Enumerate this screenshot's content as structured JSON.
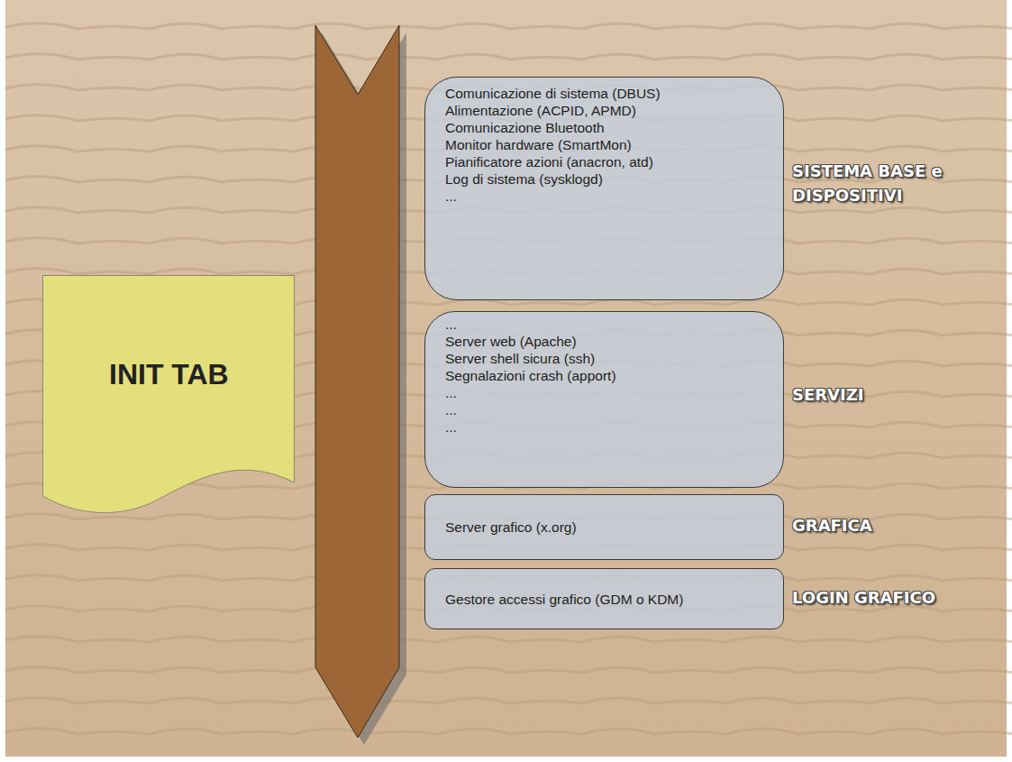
{
  "diagram": {
    "nodes": [
      {
        "text": [
          "INIT TAB"
        ]
      },
      {
        "text": [
          "Comunicazione di sistema (DBUS)",
          "Alimentazione (ACPID, APMD)",
          "Comunicazione Bluetooth",
          "Monitor hardware (SmartMon)",
          "Pianificatore azioni (anacron, atd)",
          "Log di sistema (sysklogd)",
          "...",
          "SISTEMA BASE e DISPOSITIVI"
        ]
      },
      {
        "text": [
          "...",
          "Server web (Apache)",
          "Server shell sicura (ssh)",
          "Segnalazioni crash (apport)",
          "...",
          "...",
          "...",
          "SERVIZI"
        ]
      },
      {
        "text": [
          "Server grafico (x.org)",
          "GRAFICA"
        ]
      },
      {
        "text": [
          "Gestore accessi grafico (GDM o KDM)",
          "LOGIN GRAFICO"
        ]
      }
    ]
  }
}
